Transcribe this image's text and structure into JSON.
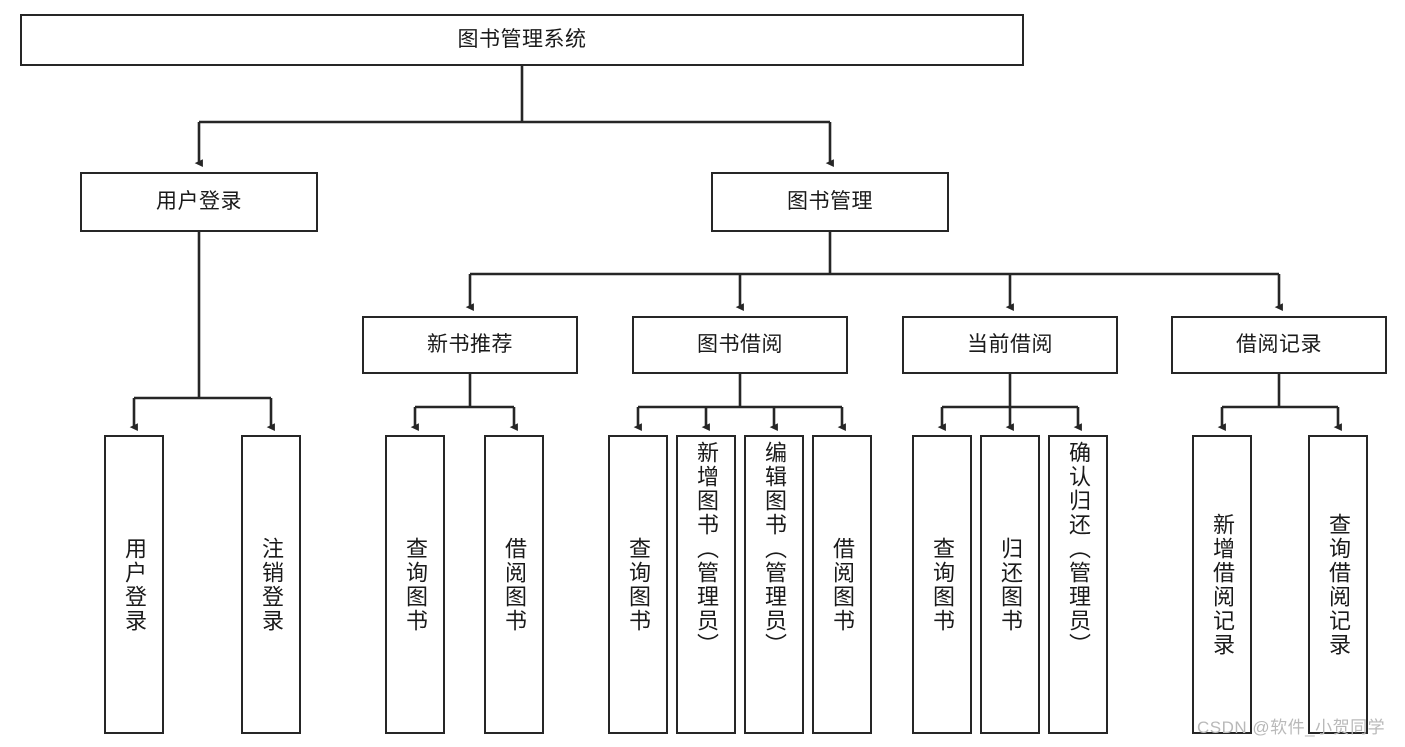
{
  "diagram": {
    "title": "图书管理系统",
    "type": "hierarchy-tree",
    "root": {
      "label": "图书管理系统"
    },
    "level2": [
      {
        "label": "用户登录"
      },
      {
        "label": "图书管理"
      }
    ],
    "level3": [
      {
        "label": "新书推荐"
      },
      {
        "label": "图书借阅"
      },
      {
        "label": "当前借阅"
      },
      {
        "label": "借阅记录"
      }
    ],
    "leaves": {
      "user_login": [
        {
          "label": "用户登录"
        },
        {
          "label": "注销登录"
        }
      ],
      "new_book_recommend": [
        {
          "label": "查询图书"
        },
        {
          "label": "借阅图书"
        }
      ],
      "book_borrow": [
        {
          "label": "查询图书"
        },
        {
          "label": "新增图书（管理员）"
        },
        {
          "label": "编辑图书（管理员）"
        },
        {
          "label": "借阅图书"
        }
      ],
      "current_borrow": [
        {
          "label": "查询图书"
        },
        {
          "label": "归还图书"
        },
        {
          "label": "确认归还（管理员）"
        }
      ],
      "borrow_record": [
        {
          "label": "新增借阅记录"
        },
        {
          "label": "查询借阅记录"
        }
      ]
    }
  },
  "watermark": {
    "text": "CSDN @软件_小贺同学"
  },
  "colors": {
    "stroke": "#262626",
    "background": "#ffffff",
    "text": "#1a1a1a",
    "watermark": "#b9b9b9"
  }
}
